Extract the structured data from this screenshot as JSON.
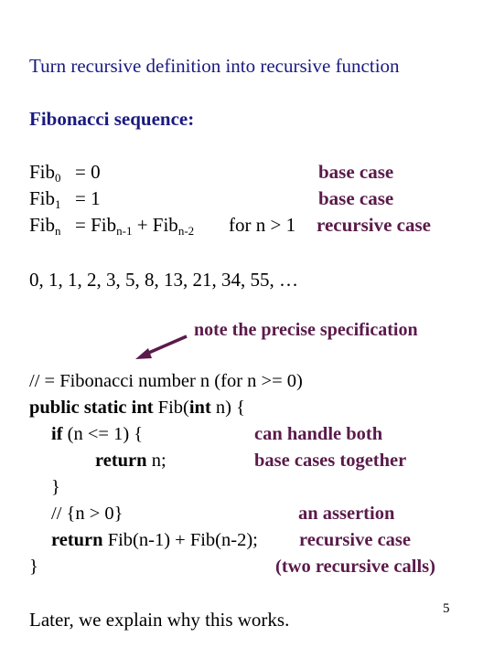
{
  "title": "Turn recursive definition into recursive function",
  "subheading": "Fibonacci sequence:",
  "definition": {
    "row0": {
      "fib": "Fib",
      "sub": "0",
      "rhs": "= 0",
      "comment": "base case"
    },
    "row1": {
      "fib": "Fib",
      "sub": "1",
      "rhs": "= 1",
      "comment": "base case"
    },
    "rowN": {
      "fib": "Fib",
      "sub": "n",
      "eq": "= Fib",
      "sub1": "n-1",
      "plus": "+ Fib",
      "sub2": "n-2",
      "cond": "for n > 1",
      "comment": "recursive case"
    }
  },
  "sequence": "0, 1, 1, 2, 3, 5, 8, 13, 21, 34, 55, …",
  "note": "note the precise specification",
  "code": {
    "line1": "// = Fibonacci number n (for n >= 0)",
    "line2_kw": "public static int",
    "line2_mid": "Fib(",
    "line2_kw2": "int",
    "line2_end": "n) {",
    "line3_kw": "if",
    "line3_rest": "(n <= 1) {",
    "line4_kw": "return",
    "line4_rest": "n;",
    "line5": "}",
    "line6": "// {n > 0}",
    "line7_kw": "return",
    "line7_rest": "Fib(n-1) + Fib(n-2);",
    "line8": "}"
  },
  "annotations": {
    "handle1": "can handle both",
    "handle2": "base cases together",
    "assertion": "an assertion",
    "recursive": "recursive case",
    "calls": "(two recursive calls)"
  },
  "footer": "Later, we explain why this works.",
  "page_number": "5",
  "colors": {
    "title": "#1a1a80",
    "annotation": "#5a1a4a",
    "arrow": "#5a1a4a"
  }
}
